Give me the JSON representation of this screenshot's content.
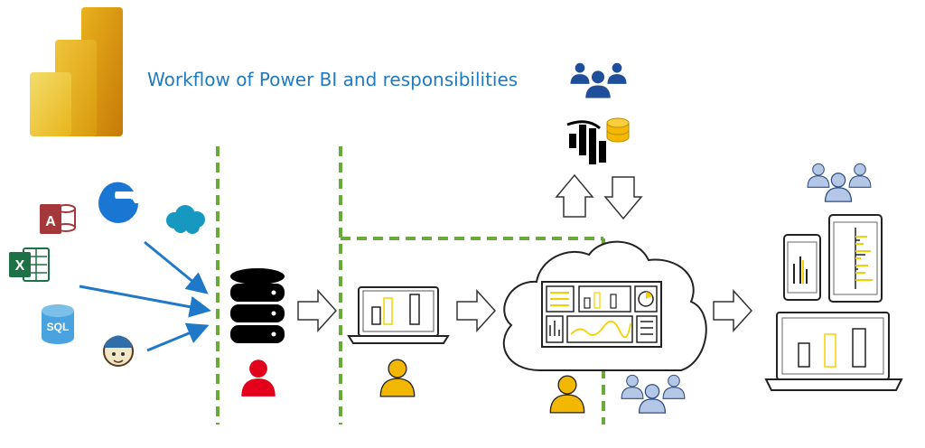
{
  "title": "Workflow of Power BI and responsibilities",
  "sources": {
    "access_label": "A",
    "excel_label": "X",
    "sql_label": "SQL"
  },
  "colors": {
    "title": "#1f7bc1",
    "divider": "#6aaa3a",
    "arrow": "#1f78c8",
    "owner_red": "#e2001a",
    "owner_yellow": "#f2b700",
    "audience_blue": "#b4c7e7",
    "team_navy": "#1f4e9b",
    "chart_accent": "#f5d000"
  },
  "icons": [
    "powerbi-logo",
    "access-icon",
    "edge-icon",
    "salesforce-icon",
    "excel-icon",
    "sql-icon",
    "mailchimp-icon",
    "database-icon",
    "laptop-report-icon",
    "cloud-dashboard-icon",
    "team-icon",
    "dataset-gateway-icon",
    "mobile-devices-icon"
  ]
}
